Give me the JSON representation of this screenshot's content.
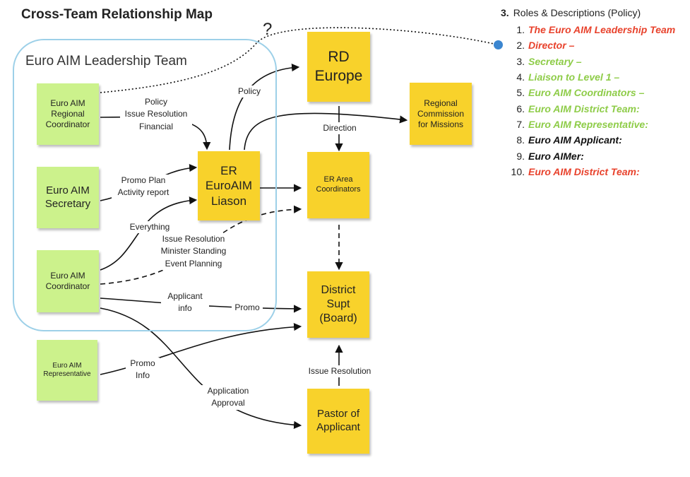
{
  "title": "Cross-Team Relationship Map",
  "group": {
    "label": "Euro AIM Leadership Team"
  },
  "question_mark": "?",
  "notes": {
    "regional_coordinator": "Euro AIM\nRegional\nCoordinator",
    "secretary": "Euro AIM\nSecretary",
    "coordinator": "Euro AIM\nCoordinator",
    "representative": "Euro AIM\nRepresentative",
    "rd_europe": "RD\nEurope",
    "liaison": "ER\nEuroAIM\nLiason",
    "regional_commission": "Regional\nCommission\nfor Missions",
    "area_coordinators": "ER Area\nCoordinators",
    "district_supt": "District\nSupt\n(Board)",
    "pastor": "Pastor of\nApplicant"
  },
  "edge_labels": {
    "policy_block": "Policy\nIssue Resolution\nFinancial",
    "policy": "Policy",
    "direction": "Direction",
    "promo_activity": "Promo Plan\nActivity report",
    "everything": "Everything",
    "issue_block": "Issue Resolution\nMinister Standing\nEvent Planning",
    "applicant_info": "Applicant\ninfo",
    "promo": "Promo",
    "promo_info": "Promo\nInfo",
    "application_approval": "Application\nApproval",
    "issue_resolution": "Issue Resolution"
  },
  "roles": {
    "heading_number": "3.",
    "heading_text": "Roles & Descriptions (Policy)",
    "items": [
      {
        "num": "1.",
        "text": "The Euro AIM Leadership Team",
        "color": "#e8422c"
      },
      {
        "num": "2.",
        "text": "Director –",
        "color": "#e8422c"
      },
      {
        "num": "3.",
        "text": "Secretary –",
        "color": "#8ecc48"
      },
      {
        "num": "4.",
        "text": "Liaison to Level 1 –",
        "color": "#8ecc48"
      },
      {
        "num": "5.",
        "text": "Euro AIM Coordinators –",
        "color": "#8ecc48"
      },
      {
        "num": "6.",
        "text": "Euro AIM District Team:",
        "color": "#8ecc48"
      },
      {
        "num": "7.",
        "text": "Euro AIM Representative:",
        "color": "#8ecc48"
      },
      {
        "num": "8.",
        "text": "Euro AIM Applicant:",
        "color": "#111111"
      },
      {
        "num": "9.",
        "text": "Euro AIMer:",
        "color": "#111111"
      },
      {
        "num": "10.",
        "text": "Euro AIM District Team:",
        "color": "#e8422c"
      }
    ]
  },
  "colors": {
    "green_note": "#ccf28c",
    "yellow_note": "#f8d22b",
    "group_border": "#9dd0e8",
    "connector_dot": "#3b86d0"
  }
}
